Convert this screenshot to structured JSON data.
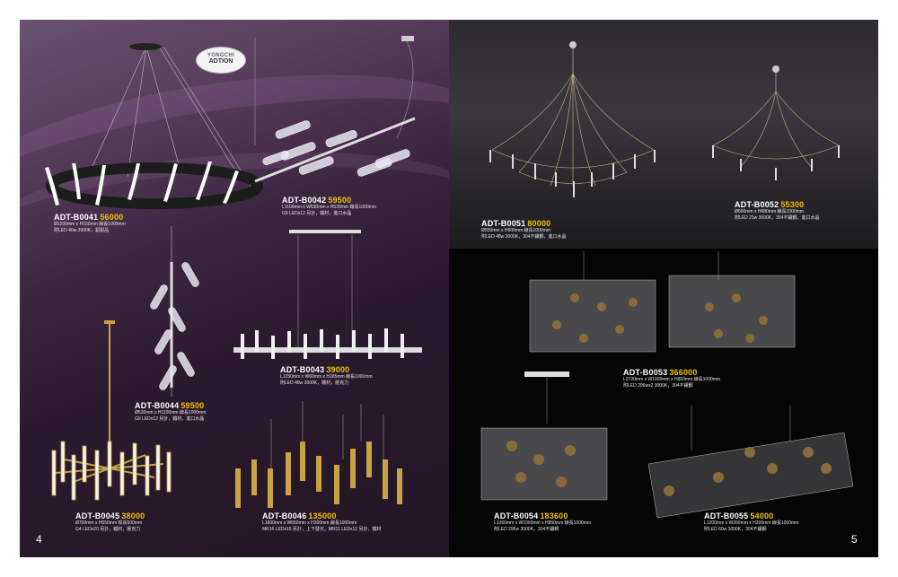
{
  "brand": {
    "line1": "YONGCHI",
    "line2": "ADTION"
  },
  "pages": {
    "left_number": "4",
    "right_number": "5"
  },
  "products": [
    {
      "code": "ADT-B0041",
      "price": "56000",
      "spec1": "Ø1200mm x H150mm 線長1000mm",
      "spec2": "附LED 40w 3000K，鋁製品"
    },
    {
      "code": "ADT-B0042",
      "price": "59500",
      "spec1": "L1100mm x W530mm x H530mm 線長1000mm",
      "spec2": "G9 LEDx12 另計，鐵材，進口水晶"
    },
    {
      "code": "ADT-B0043",
      "price": "39000",
      "spec1": "L1250mm x W60mm x H185mm 線長1000mm",
      "spec2": "附LED 48w 3000K，鐵材，壓克力"
    },
    {
      "code": "ADT-B0044",
      "price": "59500",
      "spec1": "Ø530mm x H1100mm 線長1000mm",
      "spec2": "G9 LEDx12 另計，鐵材，進口水晶"
    },
    {
      "code": "ADT-B0045",
      "price": "38000",
      "spec1": "Ø700mm x H550mm 桿長500mm",
      "spec2": "G4 LEDx20 另計，鐵材，壓克力"
    },
    {
      "code": "ADT-B0046",
      "price": "135000",
      "spec1": "L1800mm x W650mm x H300mm 線長1000mm",
      "spec2": "MR16 LEDx16 另計，上下發光，MR11 LEDx12 另計，鐵材"
    },
    {
      "code": "ADT-B0051",
      "price": "80000",
      "spec1": "Ø930mm x H900mm 線長1000mm",
      "spec2": "附LED 48w 3000K，304不鏽鋼，進口水晶"
    },
    {
      "code": "ADT-B0052",
      "price": "55300",
      "spec1": "Ø600mm x H680mm 線長1000mm",
      "spec2": "附LED 21w 3000K，304不鏽鋼，進口水晶"
    },
    {
      "code": "ADT-B0053",
      "price": "366000",
      "spec1": "L2720mm x W1000mm x H850mm 線長1000mm",
      "spec2": "附LED 296wx2 3000K，304不鏽鋼"
    },
    {
      "code": "ADT-B0054",
      "price": "183600",
      "spec1": "L1360mm x W1000mm x H850mm 線長1000mm",
      "spec2": "附LED 296w 3000K，304不鏽鋼"
    },
    {
      "code": "ADT-B0055",
      "price": "54000",
      "spec1": "L1200mm x W390mm x H300mm 線長1000mm",
      "spec2": "附LED 60w 3000K，304不鏽鋼"
    }
  ],
  "colors": {
    "price": "#f2c200",
    "left_bg": "#3c2640",
    "right_bg": "#050505"
  }
}
